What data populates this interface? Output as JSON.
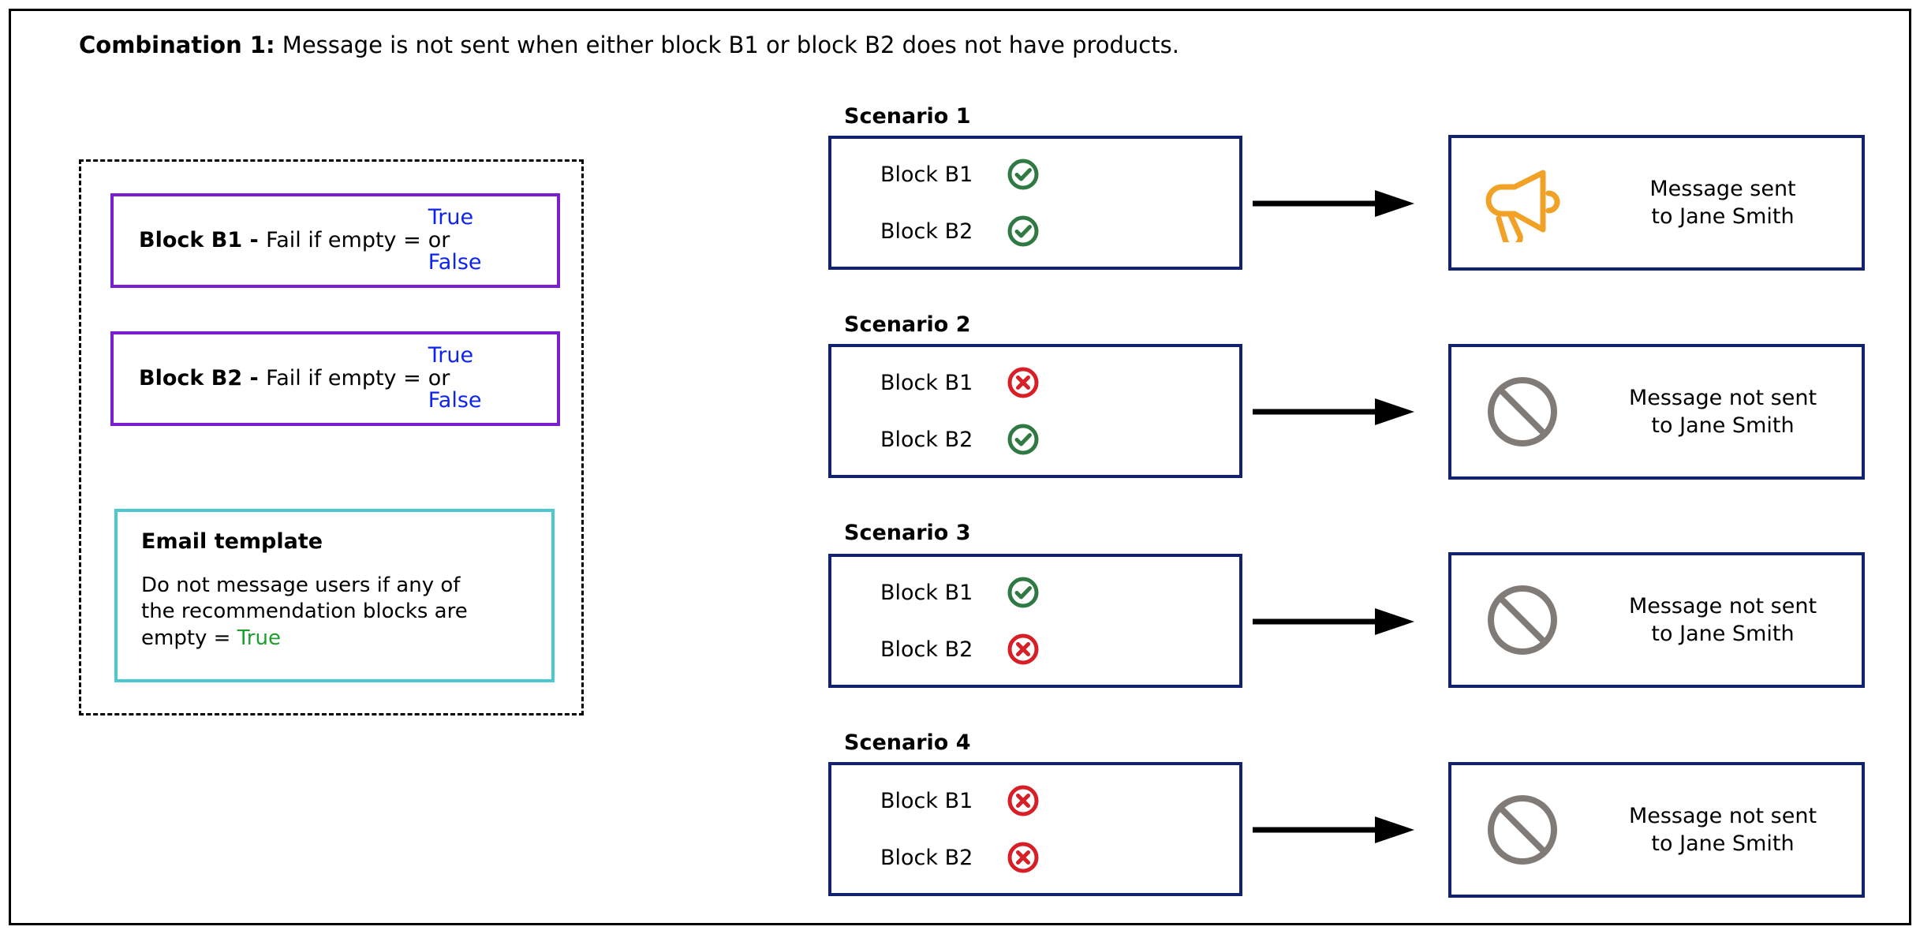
{
  "title": {
    "lead": "Combination 1:",
    "rest": " Message is not sent when either block B1 or block B2 does not have products."
  },
  "config_panel": {
    "blocks": [
      {
        "name": "Block B1",
        "separator": " - ",
        "setting": "Fail if empty = ",
        "value_true": "True",
        "value_or": "or",
        "value_false": "False"
      },
      {
        "name": "Block B2",
        "separator": " - ",
        "setting": "Fail if empty = ",
        "value_true": "True",
        "value_or": "or",
        "value_false": "False"
      }
    ],
    "email_template": {
      "title": "Email template",
      "body_line1": "Do not message users if any of",
      "body_line2": "the recommendation blocks are",
      "body_line3": "empty = ",
      "body_value": "True"
    }
  },
  "scenarios": [
    {
      "label": "Scenario 1",
      "rows": [
        {
          "block": "Block B1",
          "status": "check-circle-icon"
        },
        {
          "block": "Block B2",
          "status": "check-circle-icon"
        }
      ],
      "result": {
        "icon": "megaphone-icon",
        "line1": "Message sent",
        "line2": "to Jane Smith"
      }
    },
    {
      "label": "Scenario 2",
      "rows": [
        {
          "block": "Block B1",
          "status": "x-circle-icon"
        },
        {
          "block": "Block B2",
          "status": "check-circle-icon"
        }
      ],
      "result": {
        "icon": "prohibited-icon",
        "line1": "Message not sent",
        "line2": "to Jane Smith"
      }
    },
    {
      "label": "Scenario 3",
      "rows": [
        {
          "block": "Block B1",
          "status": "check-circle-icon"
        },
        {
          "block": "Block B2",
          "status": "x-circle-icon"
        }
      ],
      "result": {
        "icon": "prohibited-icon",
        "line1": "Message not sent",
        "line2": "to Jane Smith"
      }
    },
    {
      "label": "Scenario 4",
      "rows": [
        {
          "block": "Block B1",
          "status": "x-circle-icon"
        },
        {
          "block": "Block B2",
          "status": "x-circle-icon"
        }
      ],
      "result": {
        "icon": "prohibited-icon",
        "line1": "Message not sent",
        "line2": "to Jane Smith"
      }
    }
  ],
  "colors": {
    "purple_border": "#7b1fce",
    "cyan_border": "#4cc8d2",
    "navy_border": "#13226e",
    "blue_text": "#0d23f0",
    "green_text": "#1d9e2e",
    "green_icon": "#2f7a43",
    "red_icon": "#d81f26",
    "orange_icon": "#f2a127",
    "gray_icon": "#807b76",
    "black": "#000000"
  }
}
